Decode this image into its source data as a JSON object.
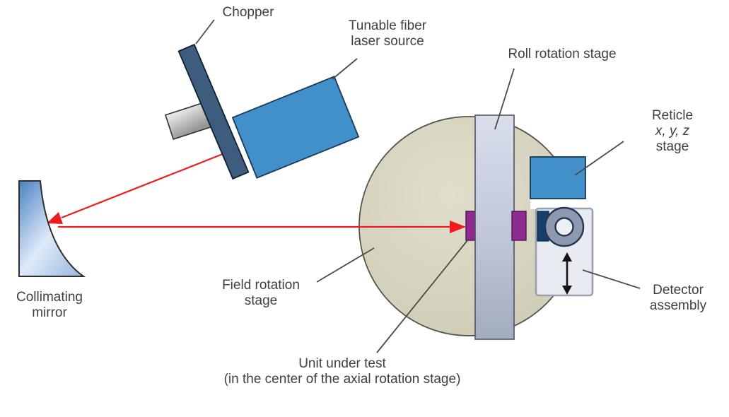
{
  "labels": {
    "chopper": "Chopper",
    "tunable_fiber_laser_source": "Tunable fiber\nlaser source",
    "roll_rotation_stage": "Roll rotation stage",
    "reticle_name": "Reticle",
    "reticle_axes": "x, y, z",
    "reticle_stage_word": " stage",
    "collimating_mirror": "Collimating\nmirror",
    "field_rotation_stage": "Field rotation\nstage",
    "unit_under_test": "Unit under test\n(in the center of the axial rotation stage)",
    "detector_assembly": "Detector\nassembly"
  },
  "colors": {
    "beam_red": "#ee1c1c",
    "box_blue": "#4190ca",
    "chopper_navy": "#3e5d7e",
    "stage_beige": "#dcd9c5",
    "band_blue_gray": "#b8c1d3",
    "unit_purple": "#8f2b8e",
    "housing_gray": "#e8ebf1",
    "wheel_gray": "#8d99af",
    "wheel_hub_gray": "#edeff3",
    "aperture_navy": "#16406a",
    "travel_arrow_black": "#141414",
    "leader_gray": "#4b4b4b",
    "text_gray": "#3f3f43",
    "background_white": "#ffffff"
  }
}
